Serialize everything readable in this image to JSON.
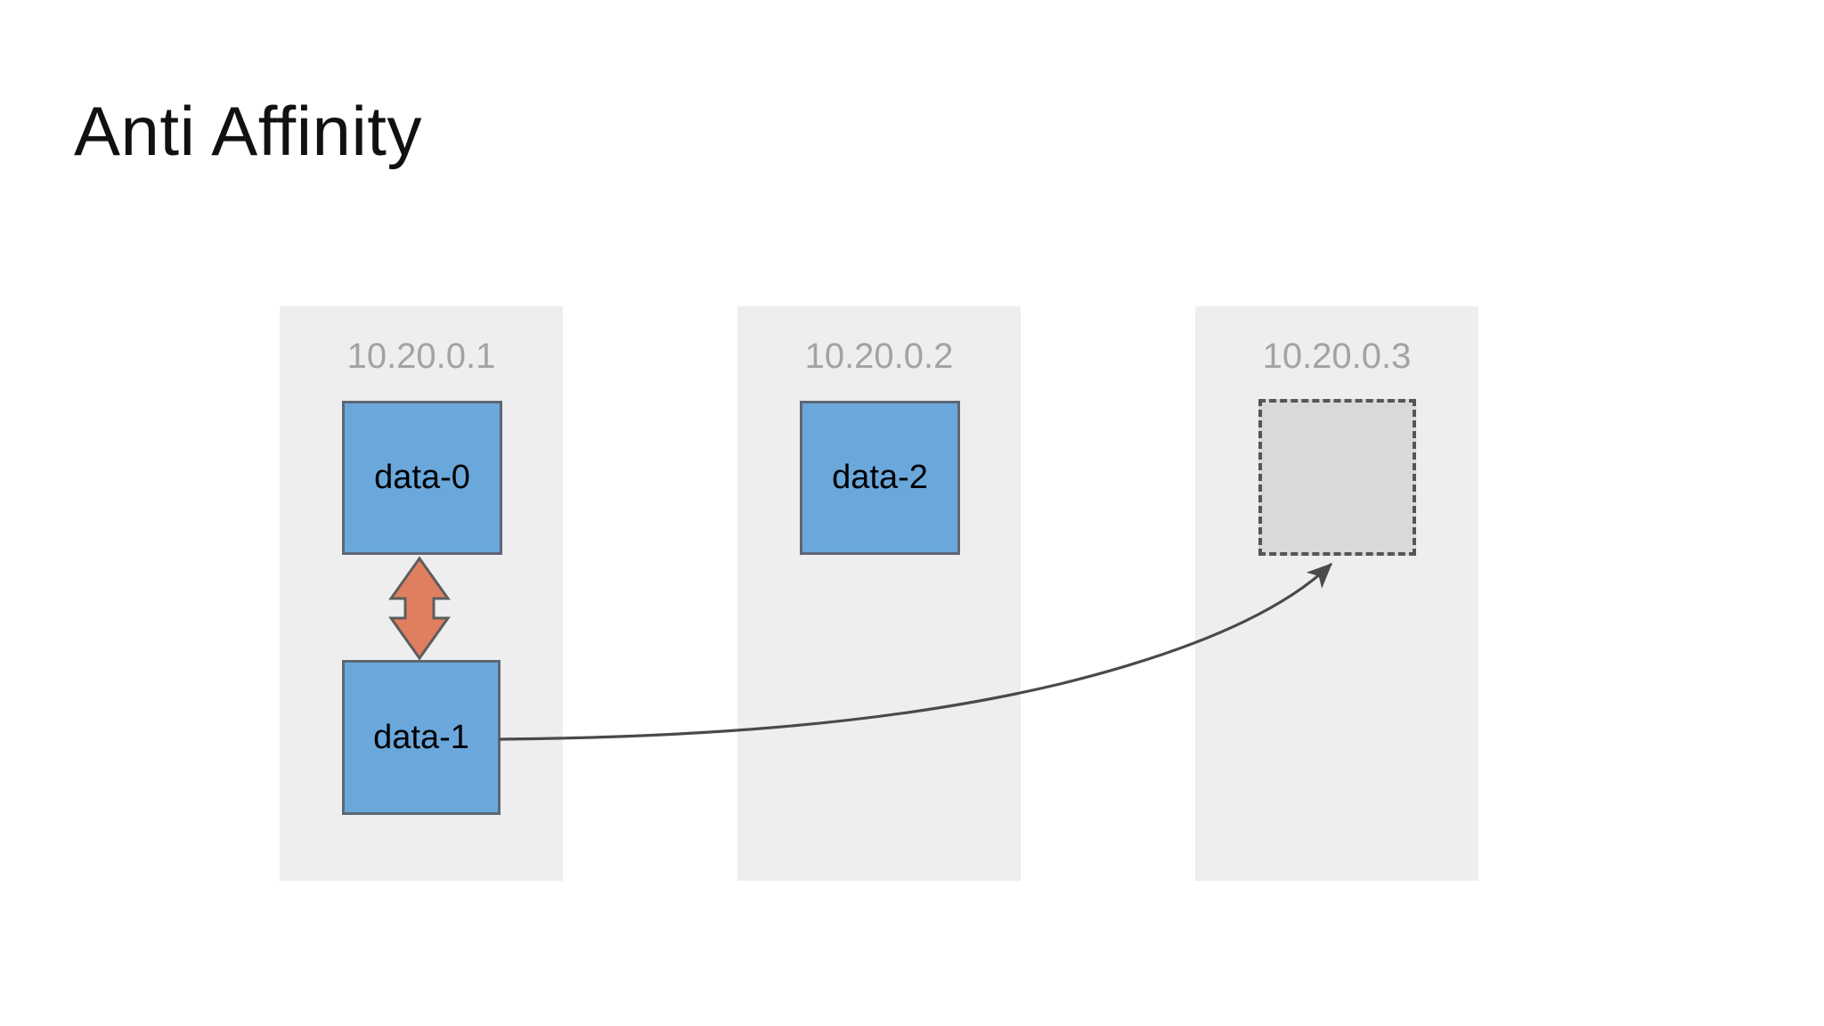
{
  "slide": {
    "title": "Anti Affinity",
    "background_color": "#ffffff"
  },
  "colors": {
    "column_background": "#eeeeee",
    "pod_fill": "#6aa8dc",
    "pod_border": "#5d6773",
    "placeholder_fill": "#d9d9d9",
    "placeholder_border": "#555555",
    "anti_affinity_arrow_fill": "#df7f60",
    "anti_affinity_arrow_border": "#5d5d5d",
    "migration_arrow_stroke": "#4a4a4a",
    "ip_label_text": "#a3a3a3",
    "title_text": "#111111",
    "pod_label_text": "#000000"
  },
  "nodes": [
    {
      "ip": "10.20.0.1",
      "pods": [
        {
          "label": "data-0",
          "state": "running"
        },
        {
          "label": "data-1",
          "state": "running"
        }
      ]
    },
    {
      "ip": "10.20.0.2",
      "pods": [
        {
          "label": "data-2",
          "state": "running"
        }
      ]
    },
    {
      "ip": "10.20.0.3",
      "pods": [
        {
          "label": "",
          "state": "empty-slot"
        }
      ]
    }
  ],
  "annotations": {
    "anti_affinity_arrow": {
      "name": "anti-affinity-double-arrow",
      "direction": "bidirectional-vertical",
      "between": [
        "data-0",
        "data-1"
      ],
      "meaning": "anti-affinity violation between co-located replicas"
    },
    "migration_arrow": {
      "name": "migration-curved-arrow",
      "direction": "curved-right-up",
      "from": "data-1",
      "to": "10.20.0.3 empty slot",
      "meaning": "data-1 should be rescheduled onto node 10.20.0.3"
    }
  }
}
